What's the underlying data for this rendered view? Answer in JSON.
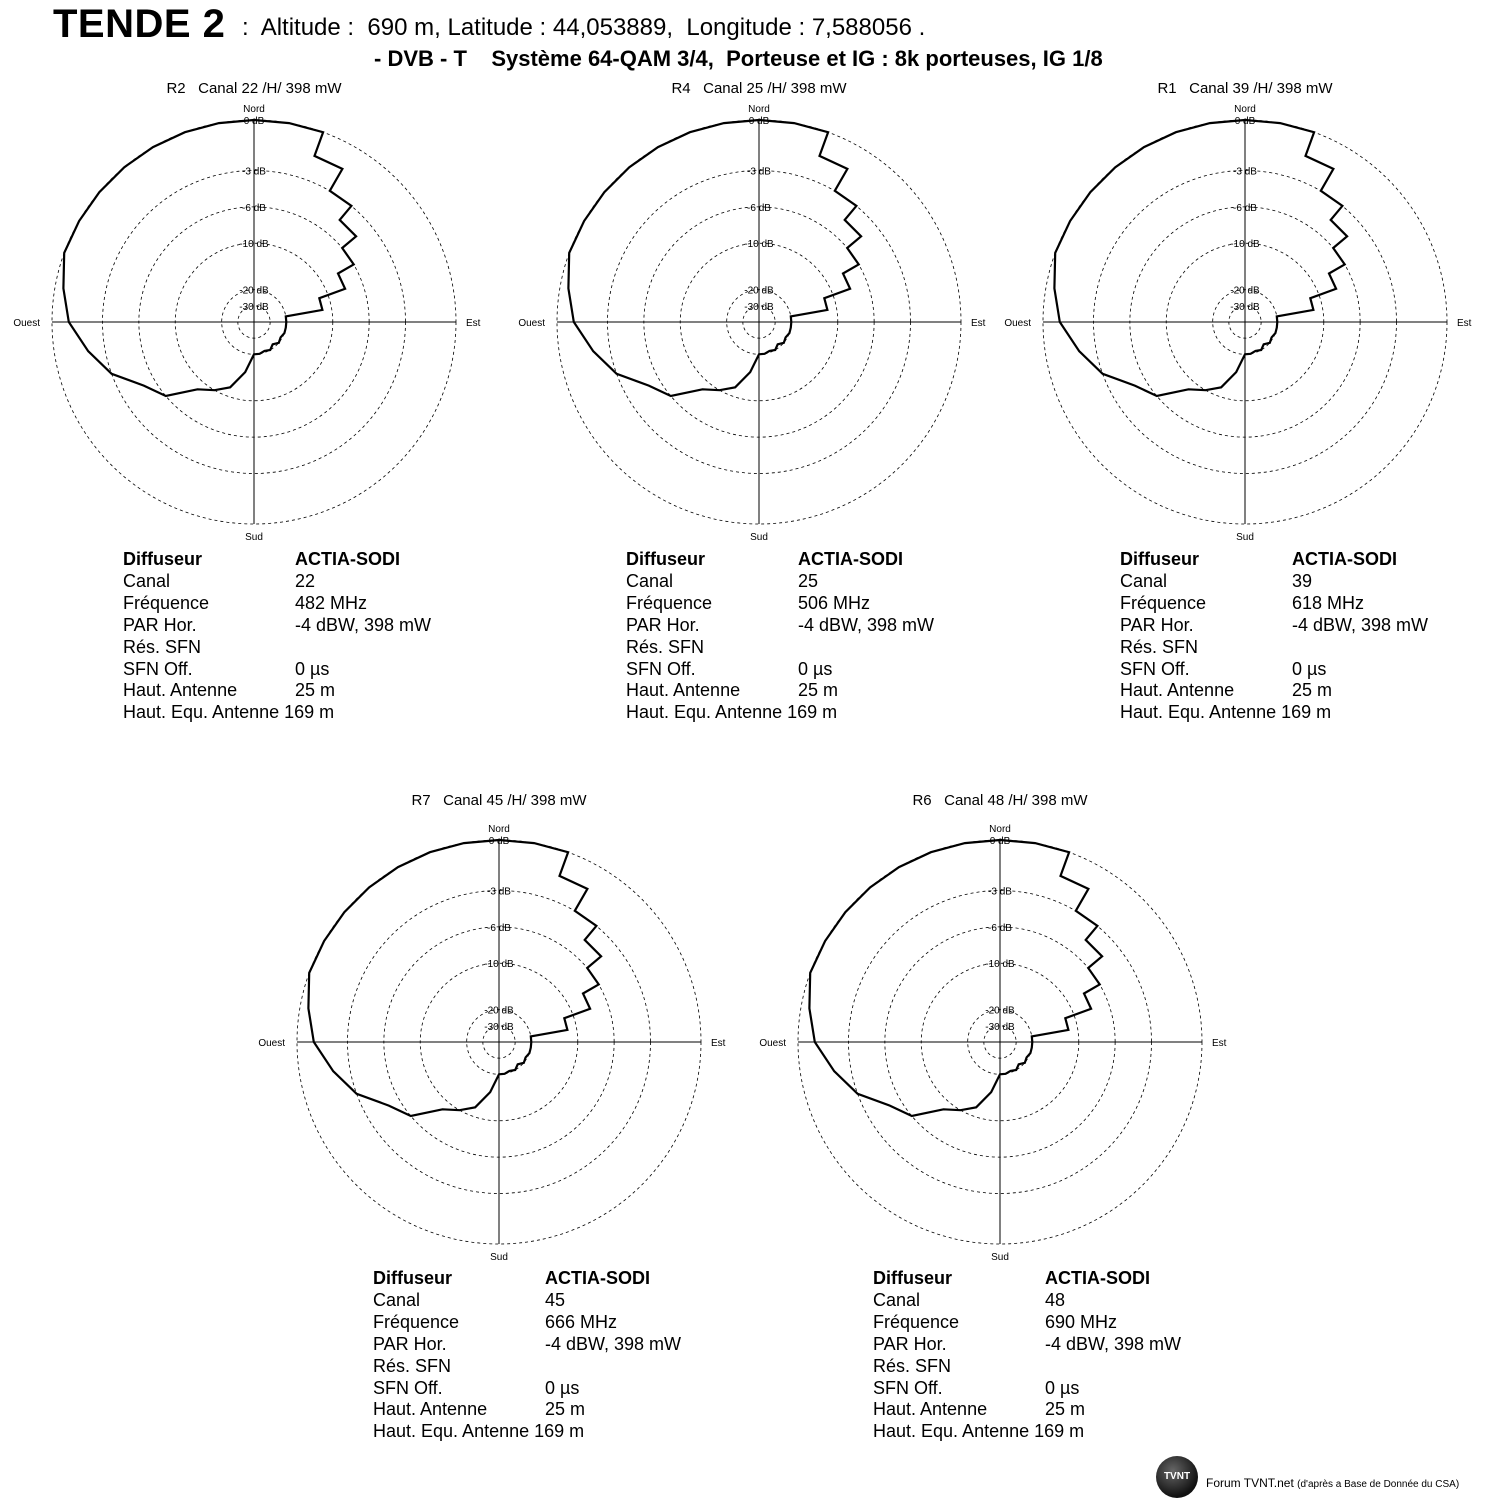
{
  "header": {
    "site": "TENDE 2",
    "altitude_label": "Altitude",
    "altitude": "690 m",
    "latitude_label": "Latitude",
    "latitude": "44,053889",
    "longitude_label": "Longitude",
    "longitude": "7,588056",
    "system": "- DVB - T    Système 64-QAM 3/4,  Porteuse et IG : 8k porteuses, IG 1/8"
  },
  "axis_labels": {
    "north": "Nord",
    "south": "Sud",
    "east": "Est",
    "west": "Ouest"
  },
  "info_labels": {
    "diffuseur": "Diffuseur",
    "canal": "Canal",
    "frequence": "Fréquence",
    "par": "PAR Hor.",
    "res_sfn": "Rés. SFN",
    "sfn_off": "SFN Off.",
    "haut_antenne": "Haut. Antenne",
    "haut_equ": "Haut. Equ. Antenne 169 m"
  },
  "panels": [
    {
      "mux": "R2",
      "title": "Canal 22 /H/ 398 mW",
      "diffuseur": "ACTIA-SODI",
      "canal": "22",
      "frequence": "482 MHz",
      "par": "-4 dBW, 398 mW",
      "res_sfn": "",
      "sfn_off": "0 µs",
      "haut_antenne": "25 m"
    },
    {
      "mux": "R4",
      "title": "Canal 25 /H/ 398 mW",
      "diffuseur": "ACTIA-SODI",
      "canal": "25",
      "frequence": "506 MHz",
      "par": "-4 dBW, 398 mW",
      "res_sfn": "",
      "sfn_off": "0 µs",
      "haut_antenne": "25 m"
    },
    {
      "mux": "R1",
      "title": "Canal 39 /H/ 398 mW",
      "diffuseur": "ACTIA-SODI",
      "canal": "39",
      "frequence": "618 MHz",
      "par": "-4 dBW, 398 mW",
      "res_sfn": "",
      "sfn_off": "0 µs",
      "haut_antenne": "25 m"
    },
    {
      "mux": "R7",
      "title": "Canal 45 /H/ 398 mW",
      "diffuseur": "ACTIA-SODI",
      "canal": "45",
      "frequence": "666 MHz",
      "par": "-4 dBW, 398 mW",
      "res_sfn": "",
      "sfn_off": "0 µs",
      "haut_antenne": "25 m"
    },
    {
      "mux": "R6",
      "title": "Canal 48 /H/ 398 mW",
      "diffuseur": "ACTIA-SODI",
      "canal": "48",
      "frequence": "690 MHz",
      "par": "-4 dBW, 398 mW",
      "res_sfn": "",
      "sfn_off": "0 µs",
      "haut_antenne": "25 m"
    }
  ],
  "chart_data": {
    "type": "polar",
    "radial_ticks": [
      "0 dB",
      "-3 dB",
      "-6 dB",
      "-10 dB",
      "-20 dB",
      "-30 dB"
    ],
    "direction_labels": [
      "Nord",
      "Est",
      "Sud",
      "Ouest"
    ],
    "angle_unit": "degrees clockwise from Nord",
    "attenuation_unit": "dB",
    "pattern": [
      [
        0,
        0
      ],
      [
        10,
        0
      ],
      [
        20,
        0
      ],
      [
        20,
        -1.5
      ],
      [
        30,
        -1.5
      ],
      [
        30,
        -3
      ],
      [
        40,
        -3
      ],
      [
        40,
        -4.5
      ],
      [
        50,
        -4.5
      ],
      [
        50,
        -6
      ],
      [
        60,
        -6
      ],
      [
        60,
        -8
      ],
      [
        70,
        -8
      ],
      [
        70,
        -12
      ],
      [
        80,
        -12
      ],
      [
        80,
        -20
      ],
      [
        90,
        -20
      ],
      [
        100,
        -20
      ],
      [
        110,
        -20
      ],
      [
        120,
        -21
      ],
      [
        130,
        -20
      ],
      [
        140,
        -22
      ],
      [
        150,
        -20
      ],
      [
        160,
        -21
      ],
      [
        170,
        -20
      ],
      [
        180,
        -20
      ],
      [
        190,
        -16
      ],
      [
        200,
        -12
      ],
      [
        210,
        -10
      ],
      [
        220,
        -9
      ],
      [
        230,
        -6
      ],
      [
        240,
        -5
      ],
      [
        250,
        -3
      ],
      [
        260,
        -2
      ],
      [
        270,
        -1
      ],
      [
        280,
        -0.5
      ],
      [
        290,
        0
      ],
      [
        300,
        0
      ],
      [
        310,
        0
      ],
      [
        320,
        0
      ],
      [
        330,
        0
      ],
      [
        340,
        0
      ],
      [
        350,
        0
      ],
      [
        360,
        0
      ]
    ],
    "same_pattern_all_panels": true
  },
  "footer": {
    "logo_text": "TVNT",
    "forum": "Forum TVNT.net",
    "source": "(d'après a Base de Donnée du CSA)"
  }
}
